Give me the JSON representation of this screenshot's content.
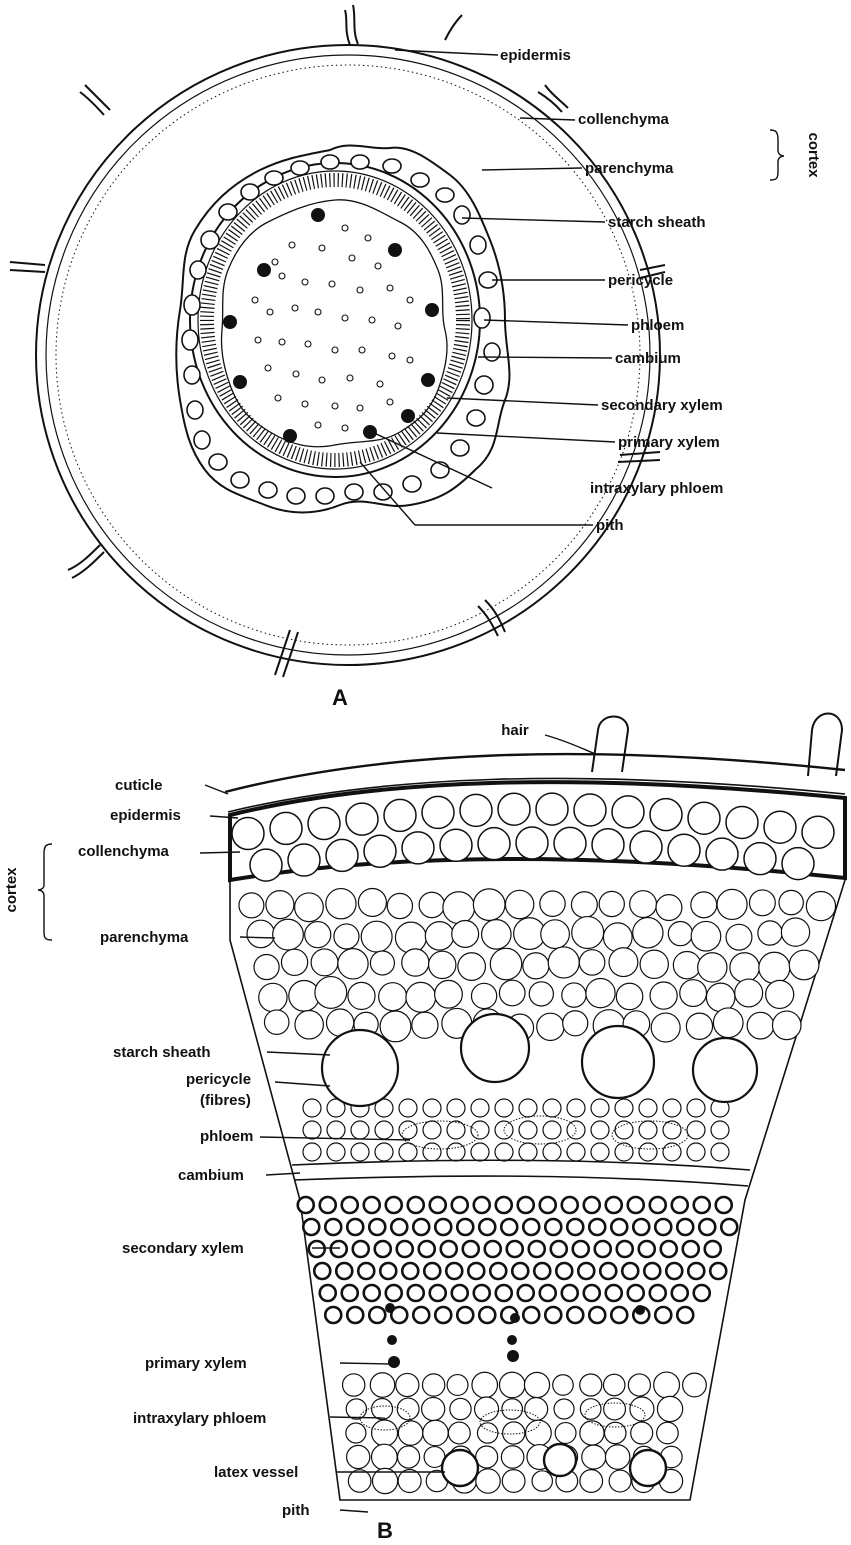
{
  "diagram_a": {
    "panel_label": "A",
    "labels": {
      "epidermis": "epidermis",
      "collenchyma": "collenchyma",
      "parenchyma": "parenchyma",
      "cortex": "cortex",
      "starch_sheath": "starch sheath",
      "pericycle": "pericycle",
      "phloem": "phloem",
      "cambium": "cambium",
      "secondary_xylem": "secondary xylem",
      "primary_xylem": "primary xylem",
      "intraxylary_phloem": "intraxylary phloem",
      "pith": "pith"
    }
  },
  "diagram_b": {
    "panel_label": "B",
    "labels": {
      "hair": "hair",
      "cuticle": "cuticle",
      "epidermis": "epidermis",
      "collenchyma": "collenchyma",
      "cortex": "cortex",
      "parenchyma": "parenchyma",
      "starch_sheath": "starch sheath",
      "pericycle": "pericycle",
      "pericycle_note": "(fibres)",
      "phloem": "phloem",
      "cambium": "cambium",
      "secondary_xylem": "secondary xylem",
      "primary_xylem": "primary xylem",
      "intraxylary_phloem": "intraxylary phloem",
      "latex_vessel": "latex vessel",
      "pith": "pith"
    }
  }
}
